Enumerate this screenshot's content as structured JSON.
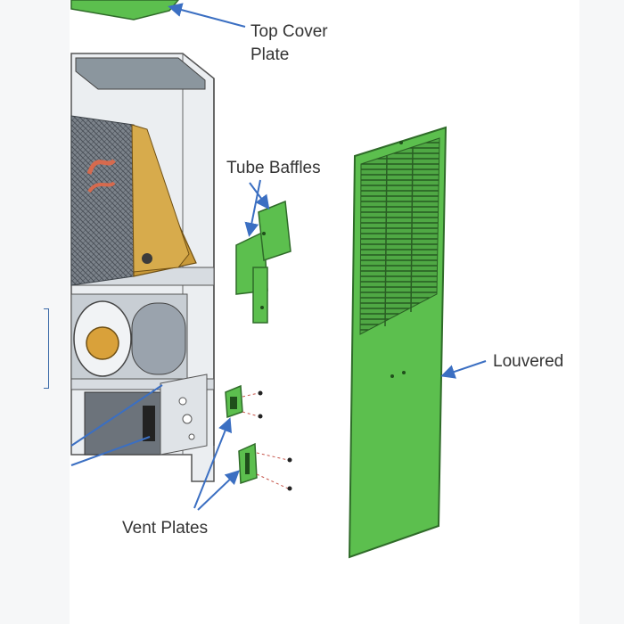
{
  "labels": {
    "top_cover_plate_line1": "Top Cover",
    "top_cover_plate_line2": "Plate",
    "tube_baffles": "Tube Baffles",
    "louvered": "Louvered",
    "vent_plates": "Vent Plates"
  },
  "colors": {
    "panel_green": "#5cbf4e",
    "panel_green_dark": "#3d8f35",
    "arrow_blue": "#3b6fc2",
    "label_text": "#333333",
    "cabinet_line": "#555555",
    "heat_exchanger_gold": "#c99a3a",
    "blower_gray": "#9aa3ad"
  },
  "icons": {
    "top_cover_plate": "green-panel-shape",
    "tube_baffles": "green-bracket-shape",
    "louvered_panel": "green-louvered-door-shape",
    "vent_plates": "green-small-plate-shape",
    "furnace_cabinet": "cabinet-cutaway-shape"
  }
}
